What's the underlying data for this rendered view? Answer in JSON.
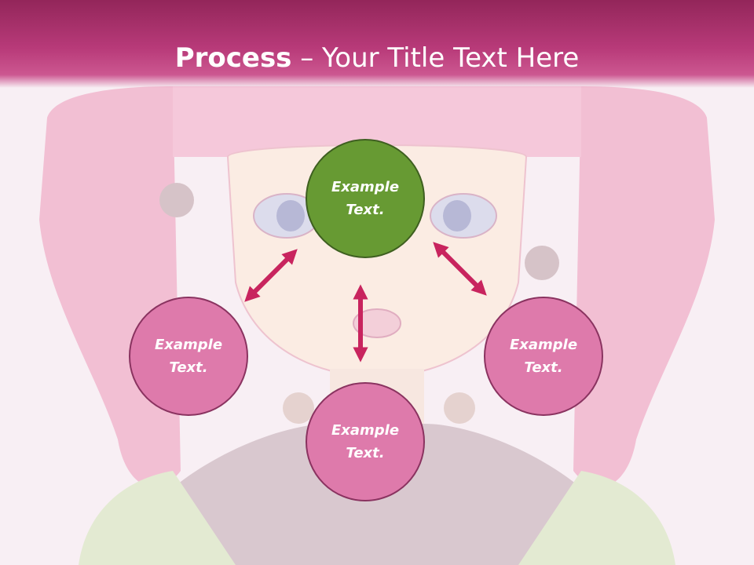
{
  "title": {
    "bold": "Process",
    "rest": " – Your Title Text Here"
  },
  "nodes": {
    "top": "Example\nText.",
    "left": "Example\nText.",
    "right": "Example\nText.",
    "bottom": "Example\nText."
  },
  "colors": {
    "title_bar": "#b83a79",
    "node_pink": "#de7aab",
    "node_green": "#679a33",
    "arrow": "#c8245e"
  }
}
